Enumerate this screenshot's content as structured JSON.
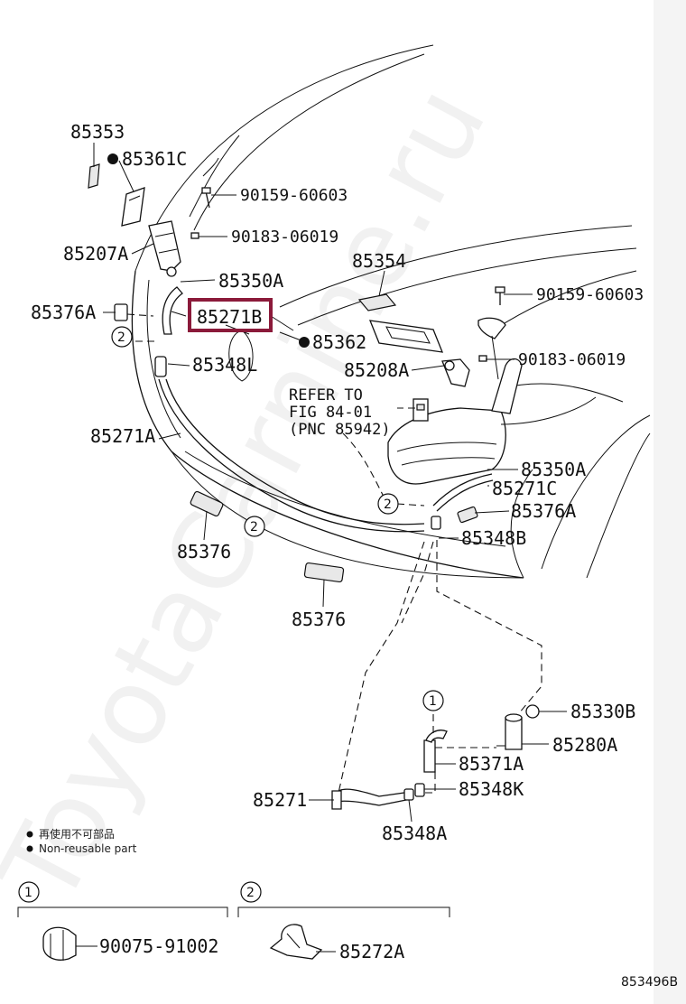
{
  "diagram": {
    "callouts": {
      "c85353": "85353",
      "c85361c": "85361C",
      "c90159a": "90159-60603",
      "c90183a": "90183-06019",
      "c85207a": "85207A",
      "c85350a_top": "85350A",
      "c85376a_left": "85376A",
      "c85271b": "85271B",
      "c85362": "85362",
      "c85354": "85354",
      "c90159b": "90159-60603",
      "c90183b": "90183-06019",
      "c85208a": "85208A",
      "c85348l": "85348L",
      "c85271a": "85271A",
      "c85350a_right": "85350A",
      "c85271c": "85271C",
      "c85376a_right": "85376A",
      "c85348b": "85348B",
      "c85376_1": "85376",
      "c85376_2": "85376",
      "c85330b": "85330B",
      "c85280a": "85280A",
      "c85371a": "85371A",
      "c85271": "85271",
      "c85348k": "85348K",
      "c85348a": "85348A",
      "c90075": "90075-91002",
      "c85272a": "85272A"
    },
    "refer": {
      "line1": "REFER TO",
      "line2": "FIG 84-01",
      "line3": "(PNC 85942)"
    },
    "circle_markers": {
      "one": "1",
      "two": "2"
    },
    "legend": {
      "cn": "再使用不可部品",
      "en": "Non-reusable part"
    },
    "figure_number": "853496B",
    "watermark": "ToyotaCarnine.ru",
    "highlighted_part": "85271B",
    "colors": {
      "highlight": "#8b1a3a",
      "ink": "#111111",
      "background": "#ffffff"
    }
  }
}
